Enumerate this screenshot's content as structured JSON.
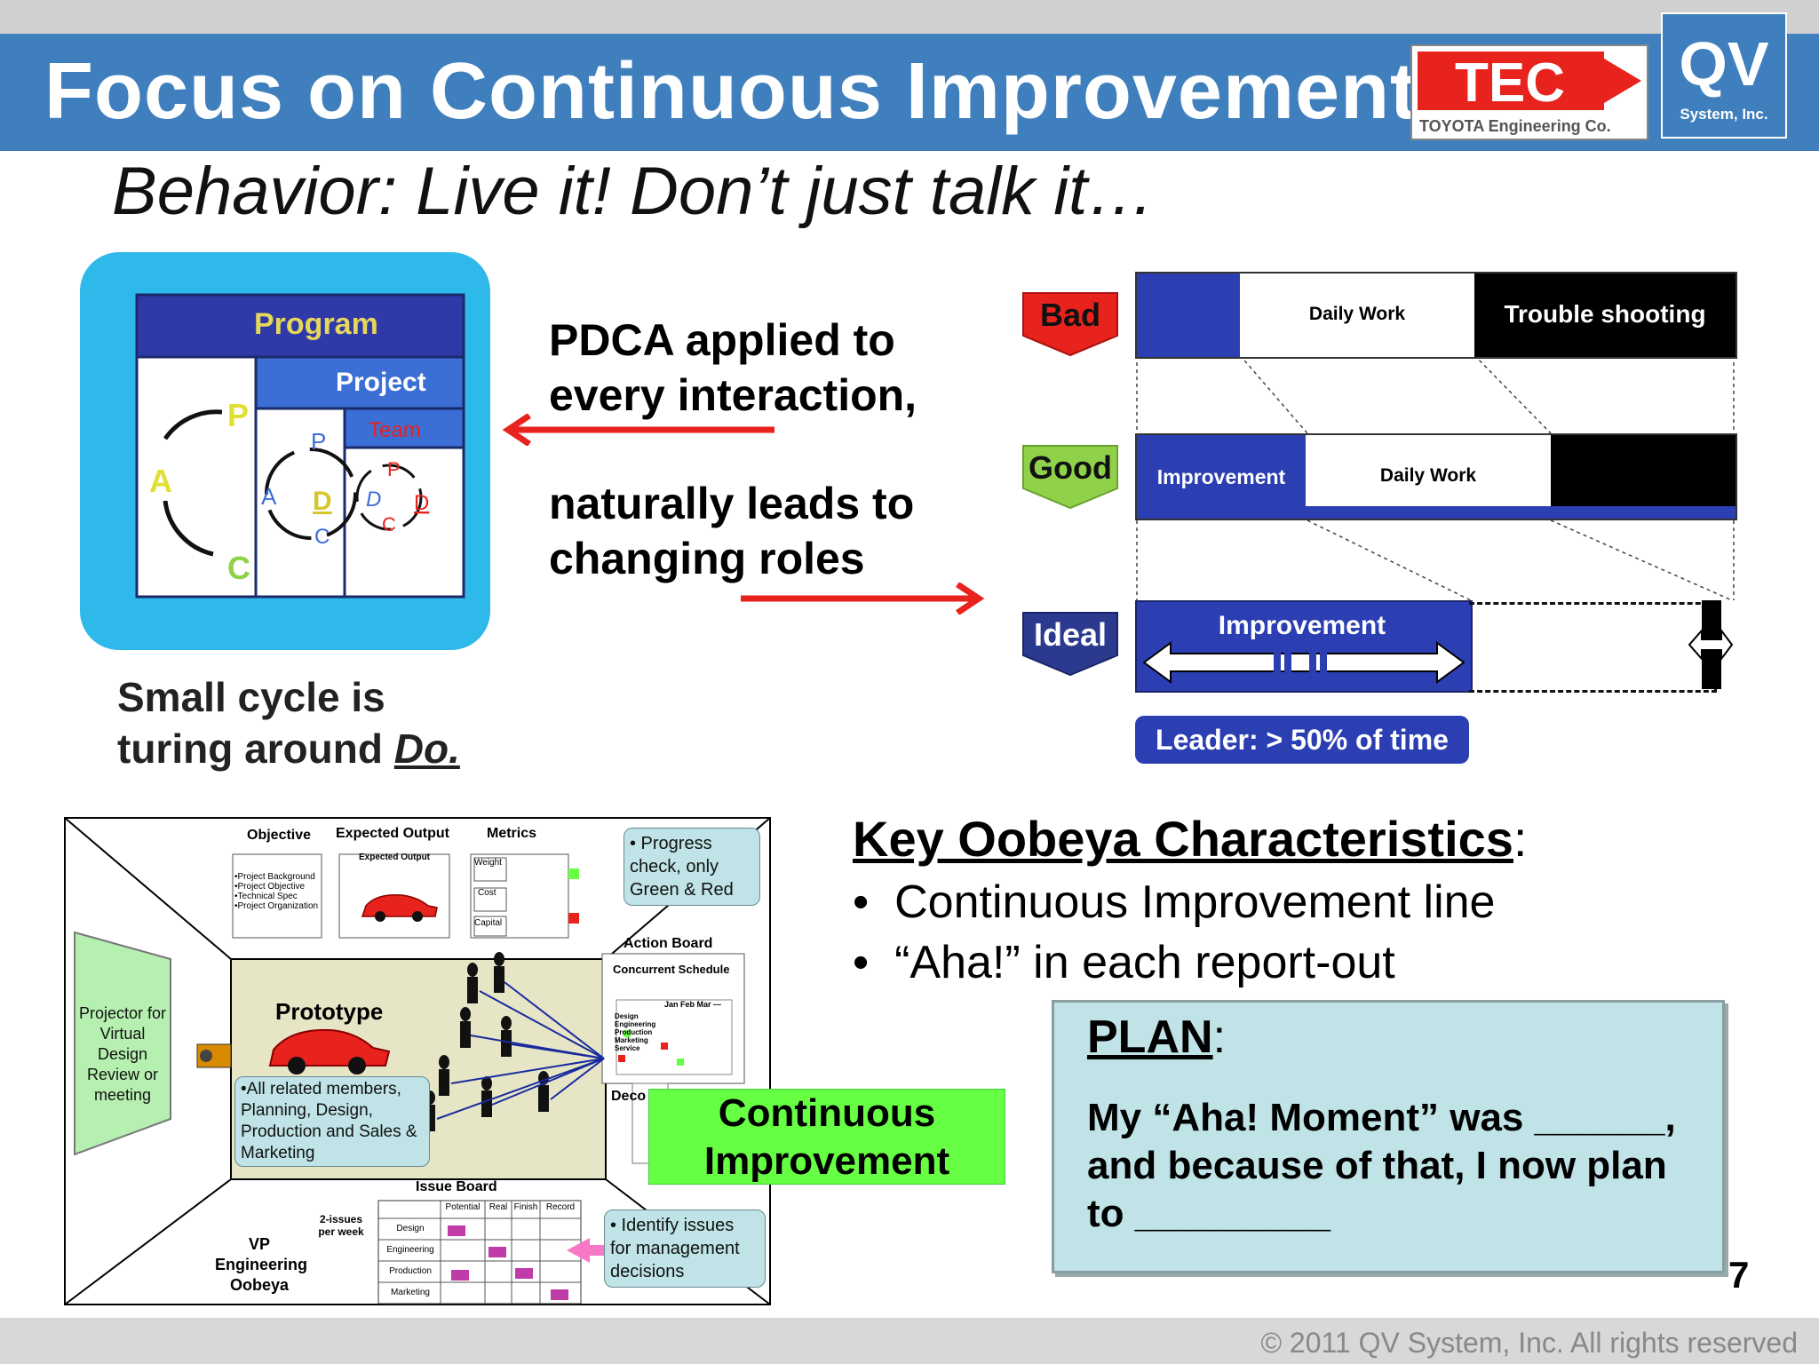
{
  "header": {
    "title": "Focus on Continuous Improvement",
    "logo_tec": "TEC",
    "logo_tec_sub": "TOYOTA Engineering Co.",
    "logo_qv": "QV",
    "logo_qv_sub": "System, Inc."
  },
  "subtitle": "Behavior:  Live it!  Don’t just talk it…",
  "pdca_diagram": {
    "program": "Program",
    "project": "Project",
    "team": "Team",
    "p": "P",
    "d": "D",
    "c": "C",
    "a": "A"
  },
  "pdca_text": {
    "line1": "PDCA applied to",
    "line2": "every interaction,",
    "line3": "naturally leads to",
    "line4": "changing roles"
  },
  "small_cycle": {
    "line1": "Small cycle is",
    "line2_prefix": "turing around ",
    "line2_emph": "Do."
  },
  "roles": {
    "bad_label": "Bad",
    "good_label": "Good",
    "ideal_label": "Ideal",
    "daily_work": "Daily Work",
    "trouble_shooting": "Trouble shooting",
    "improvement": "Improvement",
    "leader": "Leader: > 50% of time"
  },
  "oobeya": {
    "objective": "Objective",
    "expected_output": "Expected Output",
    "expected_output_small": "Expected Output",
    "metrics": "Metrics",
    "objective_items": [
      "•Project Background",
      "•Project Objective",
      "•Technical Spec",
      "•Project Organization"
    ],
    "metric_items": [
      "Weight",
      "Cost",
      "Capital"
    ],
    "progress_callout": "•  Progress check, only Green & Red",
    "action_board": "Action Board",
    "concurrent_schedule": "Concurrent Schedule",
    "months": "Jan  Feb  Mar ---",
    "schedule_rows": [
      "Design",
      "Engineering",
      "Production",
      "Marketing",
      "Service"
    ],
    "projector": "Projector for Virtual Design Review or meeting",
    "prototype": "Prototype",
    "members_callout": "•All related members, Planning, Design, Production and Sales & Marketing",
    "decision_partial": "Deco",
    "issue_board": "Issue Board",
    "issue_columns": [
      "Potential",
      "Real",
      "Finish",
      "Record"
    ],
    "issue_rows": [
      "Design",
      "Engineering",
      "Production",
      "Marketing"
    ],
    "issues_per_week": "2-issues per week",
    "vp": "VP Engineering Oobeya",
    "identify_callout": "•  Identify issues for management decisions",
    "continuous_improvement": "Continuous Improvement"
  },
  "key": {
    "title": "Key Oobeya Characteristics",
    "colon": ":",
    "bullets": [
      "Continuous Improvement line",
      "“Aha!” in each report-out"
    ]
  },
  "plan": {
    "title": "PLAN",
    "colon": ":",
    "line1": "My “Aha! Moment” was ______,",
    "line2": "and because of that, I now plan",
    "line3": "to _________"
  },
  "page_number": "7",
  "copyright": "© 2011 QV System, Inc. All rights reserved",
  "colors": {
    "header_blue": "#3f7fbd",
    "bad_red": "#e8221c",
    "good_green": "#8fd24a",
    "ideal_navy": "#2b3a8e",
    "bar_blue": "#2b3fb3",
    "ci_green": "#66ff44",
    "plan_bg": "#bfe3e6"
  }
}
